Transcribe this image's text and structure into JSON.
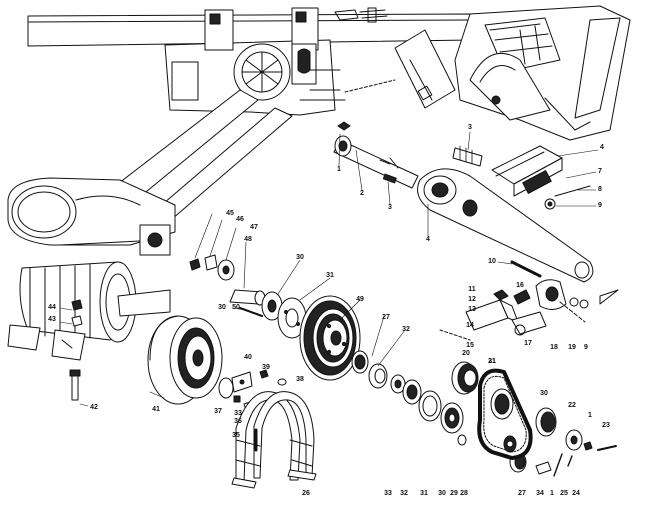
{
  "diagram": {
    "callouts": [
      {
        "id": "c1",
        "text": "1"
      },
      {
        "id": "c2",
        "text": "2"
      },
      {
        "id": "c3",
        "text": "3"
      },
      {
        "id": "c3b",
        "text": "3"
      },
      {
        "id": "c4",
        "text": "4"
      },
      {
        "id": "c4b",
        "text": "4"
      },
      {
        "id": "c7",
        "text": "7"
      },
      {
        "id": "c8",
        "text": "8"
      },
      {
        "id": "c9",
        "text": "9"
      },
      {
        "id": "c10",
        "text": "10"
      },
      {
        "id": "c11",
        "text": "11"
      },
      {
        "id": "c12",
        "text": "12"
      },
      {
        "id": "c13",
        "text": "13"
      },
      {
        "id": "c14",
        "text": "14"
      },
      {
        "id": "c15",
        "text": "15"
      },
      {
        "id": "c16",
        "text": "16"
      },
      {
        "id": "c17",
        "text": "17"
      },
      {
        "id": "c18",
        "text": "18"
      },
      {
        "id": "c19",
        "text": "19"
      },
      {
        "id": "c9b",
        "text": "9"
      },
      {
        "id": "c20",
        "text": "20"
      },
      {
        "id": "c21",
        "text": "21"
      },
      {
        "id": "c22",
        "text": "22"
      },
      {
        "id": "c23",
        "text": "23"
      },
      {
        "id": "c1b",
        "text": "1"
      },
      {
        "id": "c24",
        "text": "24"
      },
      {
        "id": "c25",
        "text": "25"
      },
      {
        "id": "c1c",
        "text": "1"
      },
      {
        "id": "c26",
        "text": "26"
      },
      {
        "id": "c27",
        "text": "27"
      },
      {
        "id": "c27b",
        "text": "27"
      },
      {
        "id": "c28",
        "text": "28"
      },
      {
        "id": "c29",
        "text": "29"
      },
      {
        "id": "c30",
        "text": "30"
      },
      {
        "id": "c30b",
        "text": "30"
      },
      {
        "id": "c30c",
        "text": "30"
      },
      {
        "id": "c30d",
        "text": "30"
      },
      {
        "id": "c31",
        "text": "31"
      },
      {
        "id": "c31b",
        "text": "31"
      },
      {
        "id": "c31c",
        "text": "31"
      },
      {
        "id": "c32",
        "text": "32"
      },
      {
        "id": "c32b",
        "text": "32"
      },
      {
        "id": "c33",
        "text": "33"
      },
      {
        "id": "c33b",
        "text": "33"
      },
      {
        "id": "c34",
        "text": "34"
      },
      {
        "id": "c35",
        "text": "35"
      },
      {
        "id": "c36",
        "text": "36"
      },
      {
        "id": "c37",
        "text": "37"
      },
      {
        "id": "c38",
        "text": "38"
      },
      {
        "id": "c39",
        "text": "39"
      },
      {
        "id": "c40",
        "text": "40"
      },
      {
        "id": "c41",
        "text": "41"
      },
      {
        "id": "c42",
        "text": "42"
      },
      {
        "id": "c43",
        "text": "43"
      },
      {
        "id": "c44",
        "text": "44"
      },
      {
        "id": "c45",
        "text": "45"
      },
      {
        "id": "c46",
        "text": "46"
      },
      {
        "id": "c47",
        "text": "47"
      },
      {
        "id": "c48",
        "text": "48"
      },
      {
        "id": "c49",
        "text": "49"
      },
      {
        "id": "c50",
        "text": "50"
      }
    ]
  }
}
